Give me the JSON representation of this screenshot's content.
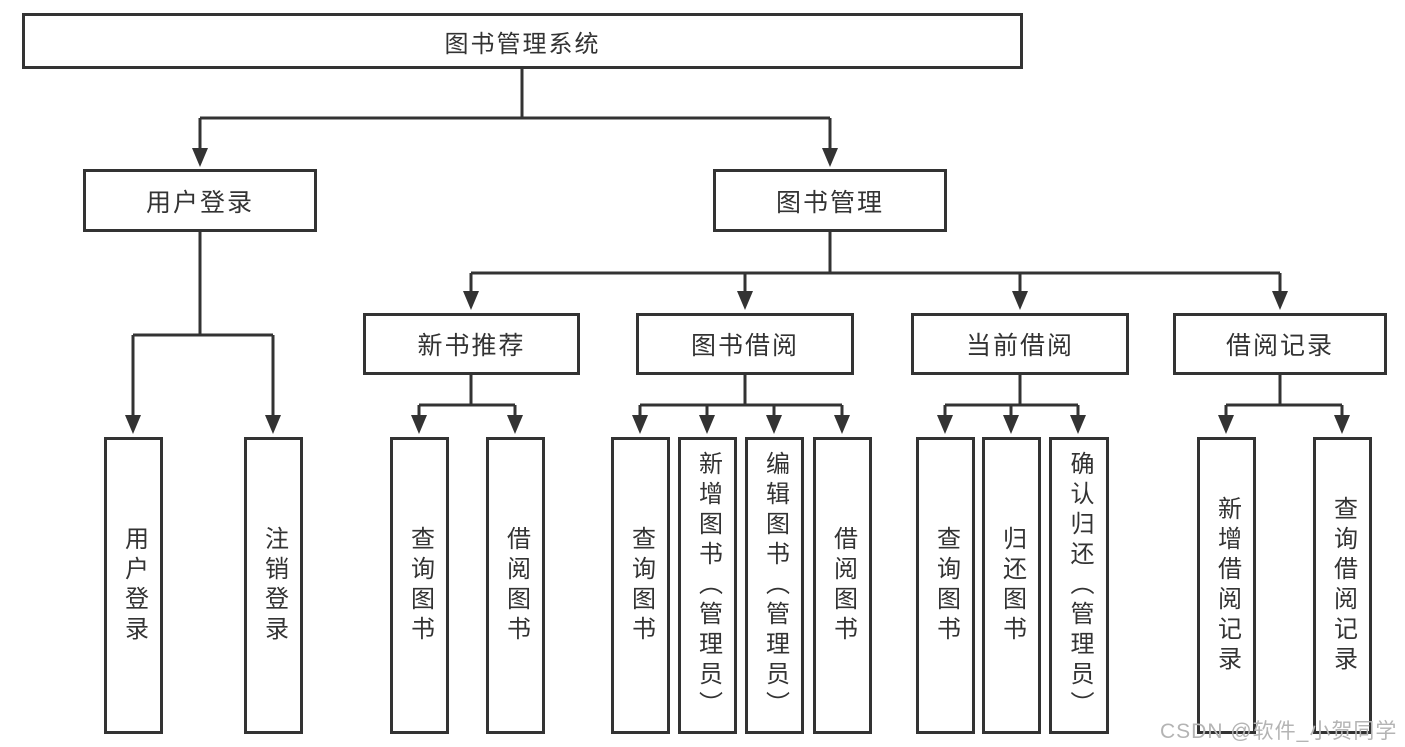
{
  "diagram": {
    "root": {
      "label": "图书管理系统"
    },
    "level2": [
      {
        "id": "user-login",
        "label": "用户登录"
      },
      {
        "id": "book-management",
        "label": "图书管理"
      }
    ],
    "user_login_children": [
      {
        "label": "用户登录"
      },
      {
        "label": "注销登录"
      }
    ],
    "book_management_sections": [
      {
        "label": "新书推荐",
        "children": [
          {
            "label": "查询图书"
          },
          {
            "label": "借阅图书"
          }
        ]
      },
      {
        "label": "图书借阅",
        "children": [
          {
            "label": "查询图书"
          },
          {
            "label": "新增图书（管理员）"
          },
          {
            "label": "编辑图书（管理员）"
          },
          {
            "label": "借阅图书"
          }
        ]
      },
      {
        "label": "当前借阅",
        "children": [
          {
            "label": "查询图书"
          },
          {
            "label": "归还图书"
          },
          {
            "label": "确认归还（管理员）"
          }
        ]
      },
      {
        "label": "借阅记录",
        "children": [
          {
            "label": "新增借阅记录"
          },
          {
            "label": "查询借阅记录"
          }
        ]
      }
    ],
    "colors": {
      "line": "#333333",
      "text": "#333333",
      "background": "#ffffff",
      "watermark": "#b4b4b4"
    }
  },
  "watermark": {
    "text": "CSDN @软件_小贺同学"
  }
}
